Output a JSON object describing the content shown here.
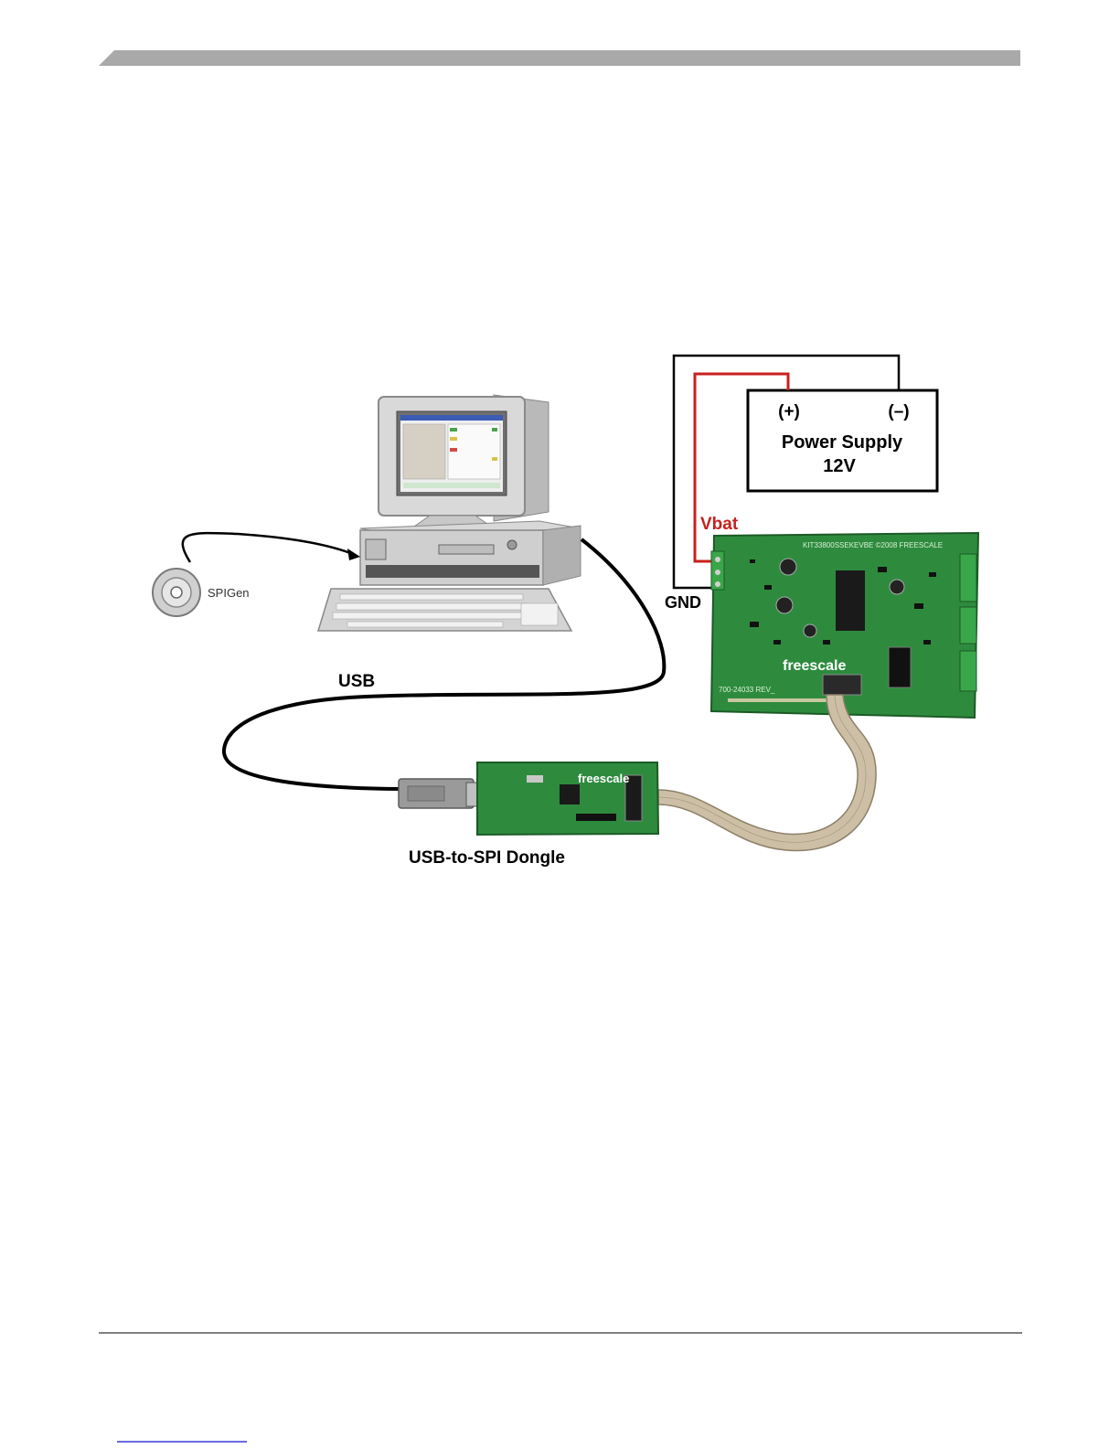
{
  "diagram": {
    "power_supply": {
      "plus": "(+)",
      "minus": "(–)",
      "title": "Power Supply",
      "voltage": "12V"
    },
    "wires": {
      "vbat": "Vbat",
      "gnd": "GND",
      "usb": "USB"
    },
    "software": {
      "cd_label": "SPIGen"
    },
    "dongle": {
      "label": "USB-to-SPI Dongle",
      "brand": "freescale"
    },
    "evb": {
      "brand": "freescale",
      "silk_top": "KIT33800SSEKEVBE  ©2008 FREESCALE",
      "silk_part": "700-24033 REV_"
    }
  },
  "colors": {
    "header_bar": "#a9a9a9",
    "vbat": "#c8201e",
    "pcb_green": "#2e8b3e",
    "ribbon": "#cdbfa6",
    "footer_rule": "#000000",
    "footer_link": "#3a3ad8"
  }
}
